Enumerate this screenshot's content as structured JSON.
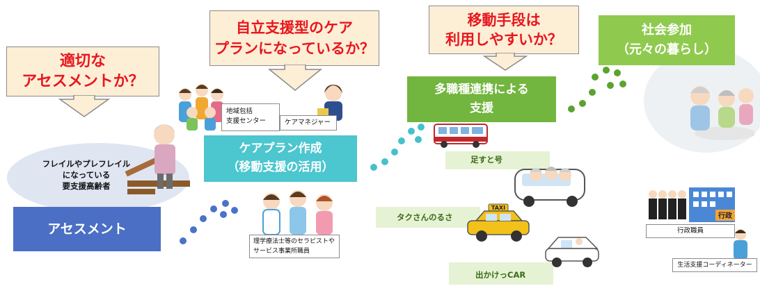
{
  "callouts": {
    "assessment_q": [
      "適切な",
      "アセスメントか？"
    ],
    "plan_q": [
      "自立支援型のケア",
      "プランになっているか？"
    ],
    "mobility_q": [
      "移動手段は",
      "利用しやすいか？"
    ]
  },
  "person": {
    "lines": [
      "フレイルやプレフレイル",
      "になっている",
      "要支援高齢者"
    ]
  },
  "assessment": {
    "label": "アセスメント"
  },
  "careplan": {
    "lines": [
      "ケアプラン作成",
      "（移動支援の活用）"
    ]
  },
  "support_center": {
    "lines": [
      "地域包括",
      "支援センター"
    ]
  },
  "care_manager": {
    "label": "ケアマネジャー"
  },
  "therapist": {
    "lines": [
      "理学療法士等のセラピストや",
      "サービス事業所職員"
    ]
  },
  "collaboration": {
    "lines": [
      "多職種連携による",
      "支援"
    ]
  },
  "social": {
    "lines": [
      "社会参加",
      "（元々の暮らし）"
    ]
  },
  "transport": {
    "bus": "足すと号",
    "taxi": "タクさんのるさ",
    "car": "出かけっCAR",
    "taxi_sign": "TAXI"
  },
  "admin": {
    "staff": "行政職員",
    "coordinator": "生活支援コーディネーター",
    "building_sign": "行政"
  },
  "colors": {
    "callout_fill": "#fdeed6",
    "callout_text": "#e8161e",
    "assessment_blue": "#4b6fc4",
    "careplan_teal": "#4cc6cf",
    "collab_green": "#72b53f",
    "social_green": "#8fca4e",
    "dot_blue": "#4a72c9",
    "dot_teal": "#46c1cc",
    "dot_green": "#5aa32f",
    "band_green": "#e6f2d4",
    "ellipse": "#dfe6f2"
  }
}
